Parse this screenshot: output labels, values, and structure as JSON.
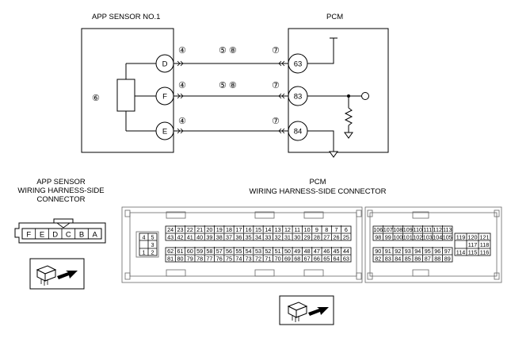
{
  "diagram": {
    "sensor_title": "APP SENSOR NO.1",
    "pcm_title": "PCM",
    "sensor_pins": [
      "D",
      "F",
      "E"
    ],
    "pcm_pins": [
      "63",
      "83",
      "84"
    ],
    "wire_left_marks": [
      "④",
      "④",
      "④"
    ],
    "wire_mid_marks": [
      "⑤ ⑧",
      "⑤ ⑧"
    ],
    "wire_right_marks": [
      "⑦",
      "⑦",
      "⑦"
    ],
    "sensor_mark": "⑥"
  },
  "app_connector": {
    "title_lines": [
      "APP SENSOR",
      "WIRING HARNESS-SIDE",
      "CONNECTOR"
    ],
    "pins": [
      "F",
      "E",
      "D",
      "C",
      "B",
      "A"
    ]
  },
  "pcm_connector": {
    "title_lines": [
      "PCM",
      "WIRING HARNESS-SIDE CONNECTOR"
    ],
    "small_block": [
      [
        "4",
        "5"
      ],
      [
        "",
        "3"
      ],
      [
        "1",
        "2"
      ]
    ],
    "left_rows": [
      [
        "24",
        "23",
        "22",
        "21",
        "20",
        "19",
        "18",
        "17",
        "16",
        "15",
        "14",
        "13",
        "12",
        "11",
        "10",
        "9",
        "8",
        "7",
        "6"
      ],
      [
        "43",
        "42",
        "41",
        "40",
        "39",
        "38",
        "37",
        "36",
        "35",
        "34",
        "33",
        "32",
        "31",
        "30",
        "29",
        "28",
        "27",
        "26",
        "25"
      ],
      [
        "62",
        "61",
        "60",
        "59",
        "58",
        "57",
        "56",
        "55",
        "54",
        "53",
        "52",
        "51",
        "50",
        "49",
        "48",
        "47",
        "46",
        "45",
        "44"
      ],
      [
        "81",
        "80",
        "79",
        "78",
        "77",
        "76",
        "75",
        "74",
        "73",
        "72",
        "71",
        "70",
        "69",
        "68",
        "67",
        "66",
        "65",
        "64",
        "63"
      ]
    ],
    "right_rows_a": [
      [
        "106",
        "107",
        "108",
        "109",
        "110",
        "111",
        "112",
        "113"
      ],
      [
        "98",
        "99",
        "100",
        "101",
        "102",
        "103",
        "104",
        "105"
      ]
    ],
    "right_rows_b": [
      [
        "90",
        "91",
        "92",
        "93",
        "94",
        "95",
        "96",
        "97"
      ],
      [
        "82",
        "83",
        "84",
        "85",
        "86",
        "87",
        "88",
        "89"
      ]
    ],
    "side_rows": [
      [
        "119",
        "120",
        "121"
      ],
      [
        "",
        "117",
        "118"
      ],
      [
        "114",
        "115",
        "116"
      ]
    ]
  }
}
